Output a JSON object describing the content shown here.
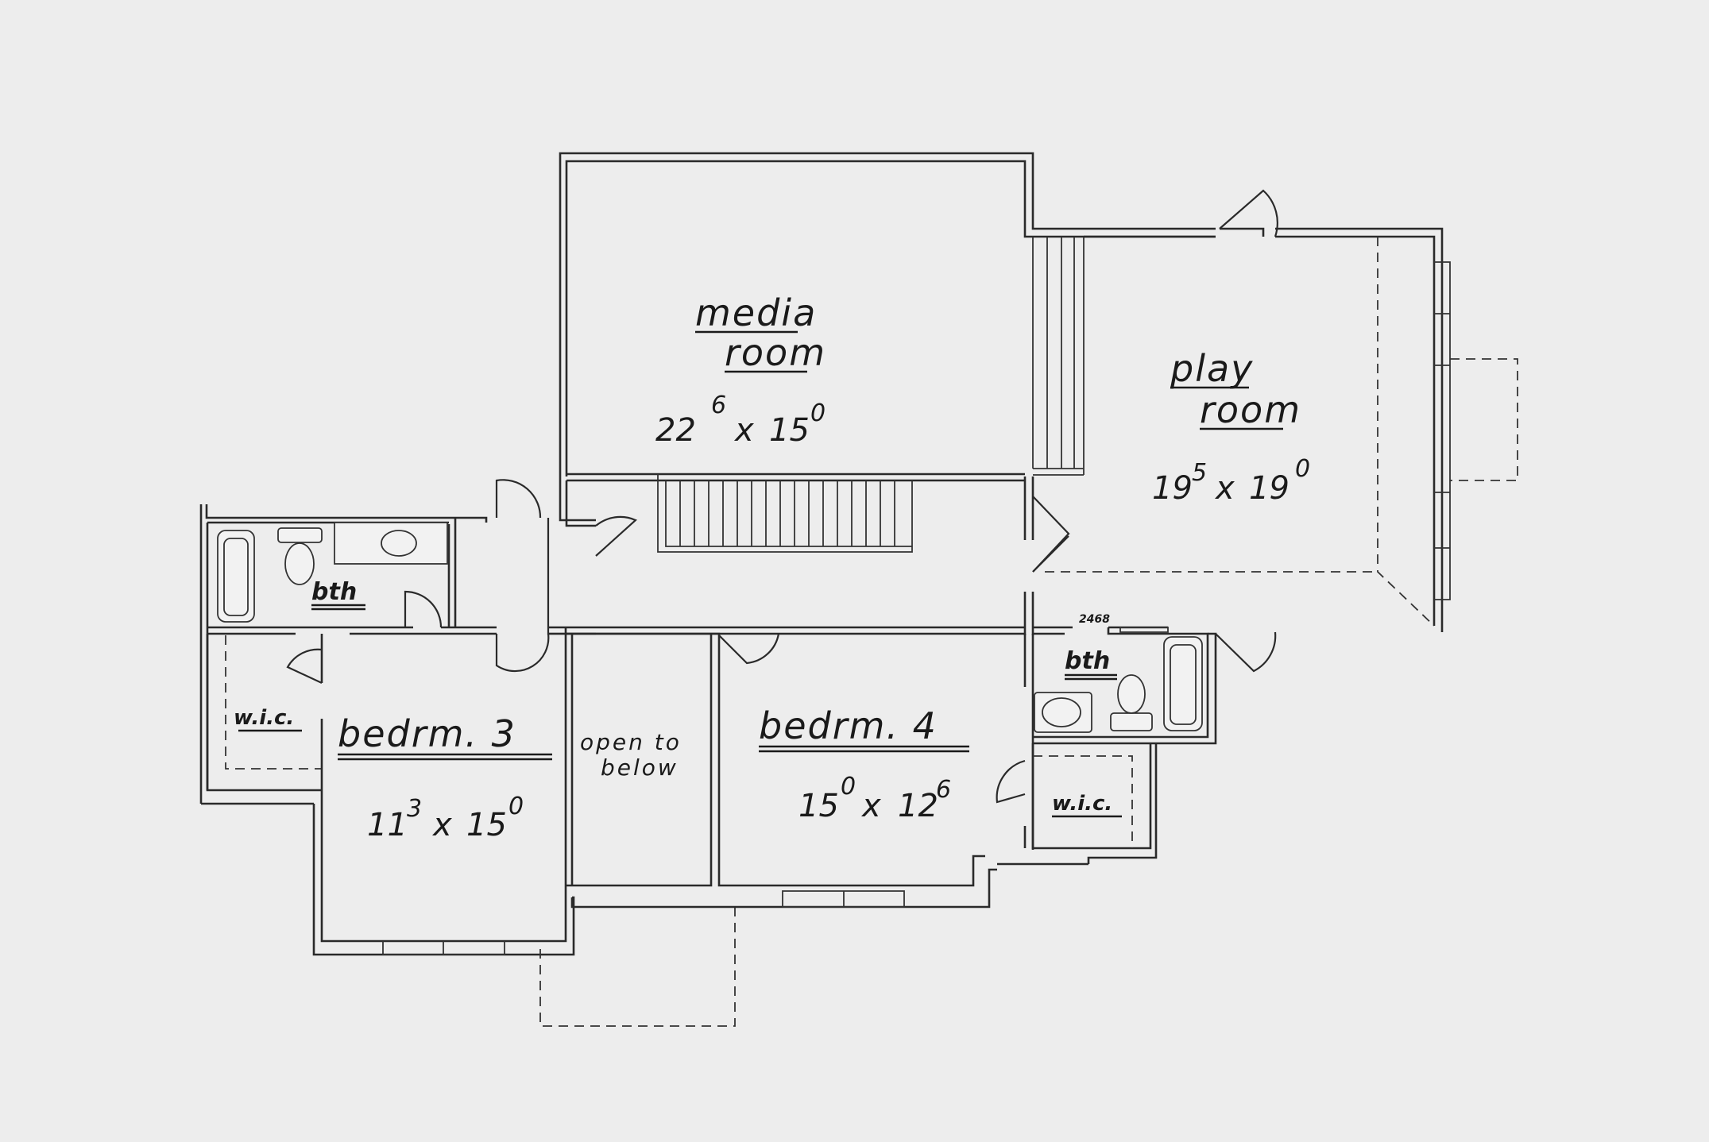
{
  "rooms": {
    "media": {
      "label_1": "media",
      "label_2": "room",
      "dim_a": "22",
      "dim_a_sup": "6",
      "dim_x": "x",
      "dim_b": "15",
      "dim_b_sup": "0"
    },
    "play": {
      "label_1": "play",
      "label_2": "room",
      "dim_a": "19",
      "dim_a_sup": "5",
      "dim_x": "x",
      "dim_b": "19",
      "dim_b_sup": "0"
    },
    "bed3": {
      "label": "bedrm. 3",
      "dim_a": "11",
      "dim_a_sup": "3",
      "dim_x": "x",
      "dim_b": "15",
      "dim_b_sup": "0"
    },
    "bed4": {
      "label": "bedrm. 4",
      "dim_a": "15",
      "dim_a_sup": "0",
      "dim_x": "x",
      "dim_b": "12",
      "dim_b_sup": "6"
    },
    "open": {
      "label_1": "open to",
      "label_2": "below"
    },
    "bath_left": {
      "label": "bth"
    },
    "bath_right": {
      "label": "bth"
    },
    "wic_left": {
      "label": "w.i.c."
    },
    "wic_right": {
      "label": "w.i.c."
    },
    "door_code": "2468"
  }
}
